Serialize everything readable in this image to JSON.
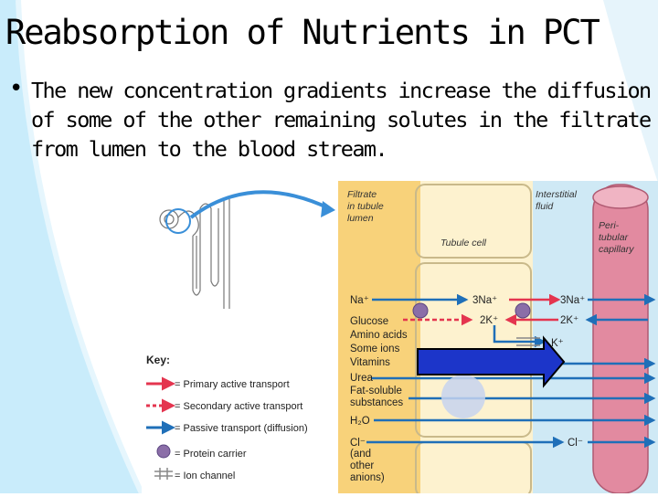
{
  "slide": {
    "title": "Reabsorption of Nutrients in PCT",
    "bullet": "The new concentration gradients increase the diffusion of some of the other remaining solutes in the filtrate from lumen to the blood stream."
  },
  "figure": {
    "filtrate_label": [
      "Filtrate",
      "in tubule",
      "lumen"
    ],
    "interstitial_label": [
      "Interstitial",
      "fluid"
    ],
    "tubule_cell_label": "Tubule cell",
    "capillary_label": [
      "Peri-",
      "tubular",
      "capillary"
    ],
    "solutes": {
      "na": "Na⁺",
      "glucose": "Glucose",
      "amino_acids": "Amino acids",
      "some_ions": "Some ions",
      "vitamins": "Vitamins",
      "urea": "Urea",
      "fat_soluble": [
        "Fat-soluble",
        "substances"
      ],
      "h2o": "H₂O",
      "cl": "Cl⁻",
      "other_anions": [
        "(and",
        "other",
        "anions)"
      ]
    },
    "pump": {
      "na_in": "3Na⁺",
      "na_out": "3Na⁺",
      "k_in": "2K⁺",
      "k_out": "2K⁺",
      "k_leak": "K⁺",
      "cl_out": "Cl⁻"
    },
    "key": {
      "title": "Key:",
      "items": [
        "= Primary active transport",
        "= Secondary active transport",
        "= Passive transport (diffusion)",
        "= Protein carrier",
        "= Ion channel"
      ]
    }
  },
  "colors": {
    "slide_left_band": "#c9ecfb",
    "slide_corner": "#e6f4fb",
    "lumen": "#f8d27a",
    "cell": "#fdf2cf",
    "interstitial": "#cfe9f5",
    "capillary": "#e28aa0",
    "primary_arrow": "#e4354f",
    "passive_arrow": "#1f6fb8",
    "protein_carrier": "#8b6ea8",
    "highlight_arrow": "#1c35c9"
  }
}
